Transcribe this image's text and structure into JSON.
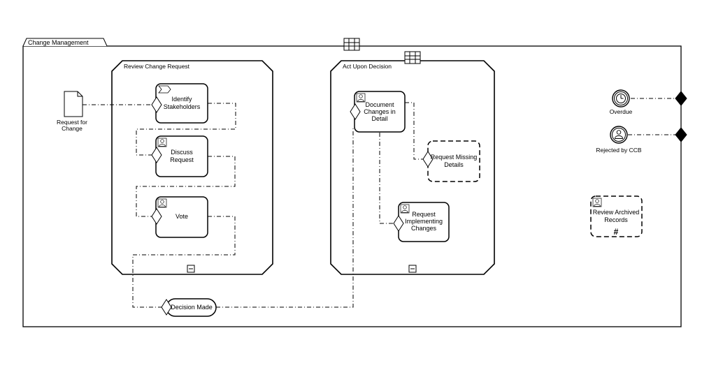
{
  "pool": {
    "title": "Change Management"
  },
  "subprocesses": {
    "review": {
      "title": "Review Change Request"
    },
    "act": {
      "title": "Act Upon Decision"
    }
  },
  "artifacts": {
    "request_for_change": {
      "line1": "Request for",
      "line2": "Change"
    }
  },
  "tasks": {
    "identify": {
      "line1": "Identify",
      "line2": "Stakeholders",
      "icon": "send-task-icon"
    },
    "discuss": {
      "line1": "Discuss",
      "line2": "Request",
      "icon": "user-icon"
    },
    "vote": {
      "line1": "Vote",
      "icon": "user-icon"
    },
    "document": {
      "line1": "Document",
      "line2": "Changes in",
      "line3": "Detail",
      "icon": "user-icon"
    },
    "missing": {
      "line1": "Request Missing",
      "line2": "Details"
    },
    "implementing": {
      "line1": "Request",
      "line2": "Implementing",
      "line3": "Changes",
      "icon": "user-icon"
    },
    "archived": {
      "line1": "Review Archived",
      "line2": "Records",
      "icon": "user-icon",
      "marker": "#"
    }
  },
  "events": {
    "decision": {
      "label": "Decision Made"
    },
    "overdue": {
      "label": "Overdue",
      "icon": "timer-icon"
    },
    "rejected": {
      "label": "Rejected by CCB",
      "icon": "user-icon"
    }
  },
  "colors": {
    "stroke": "#000000",
    "background": "#ffffff"
  }
}
